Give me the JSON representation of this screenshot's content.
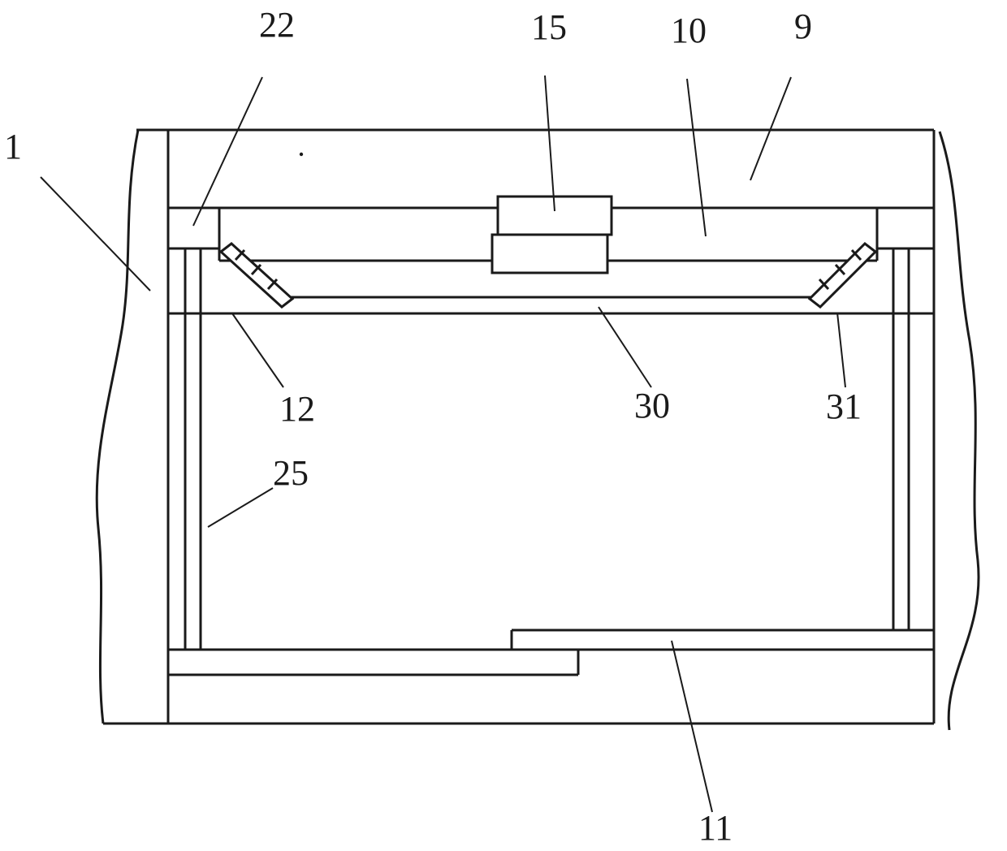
{
  "figure": {
    "background": "#ffffff",
    "line_color": "#1a1a1a",
    "labels": {
      "l1": "1",
      "l9": "9",
      "l10": "10",
      "l11": "11",
      "l12": "12",
      "l15": "15",
      "l22": "22",
      "l25": "25",
      "l30": "30",
      "l31": "31"
    }
  }
}
